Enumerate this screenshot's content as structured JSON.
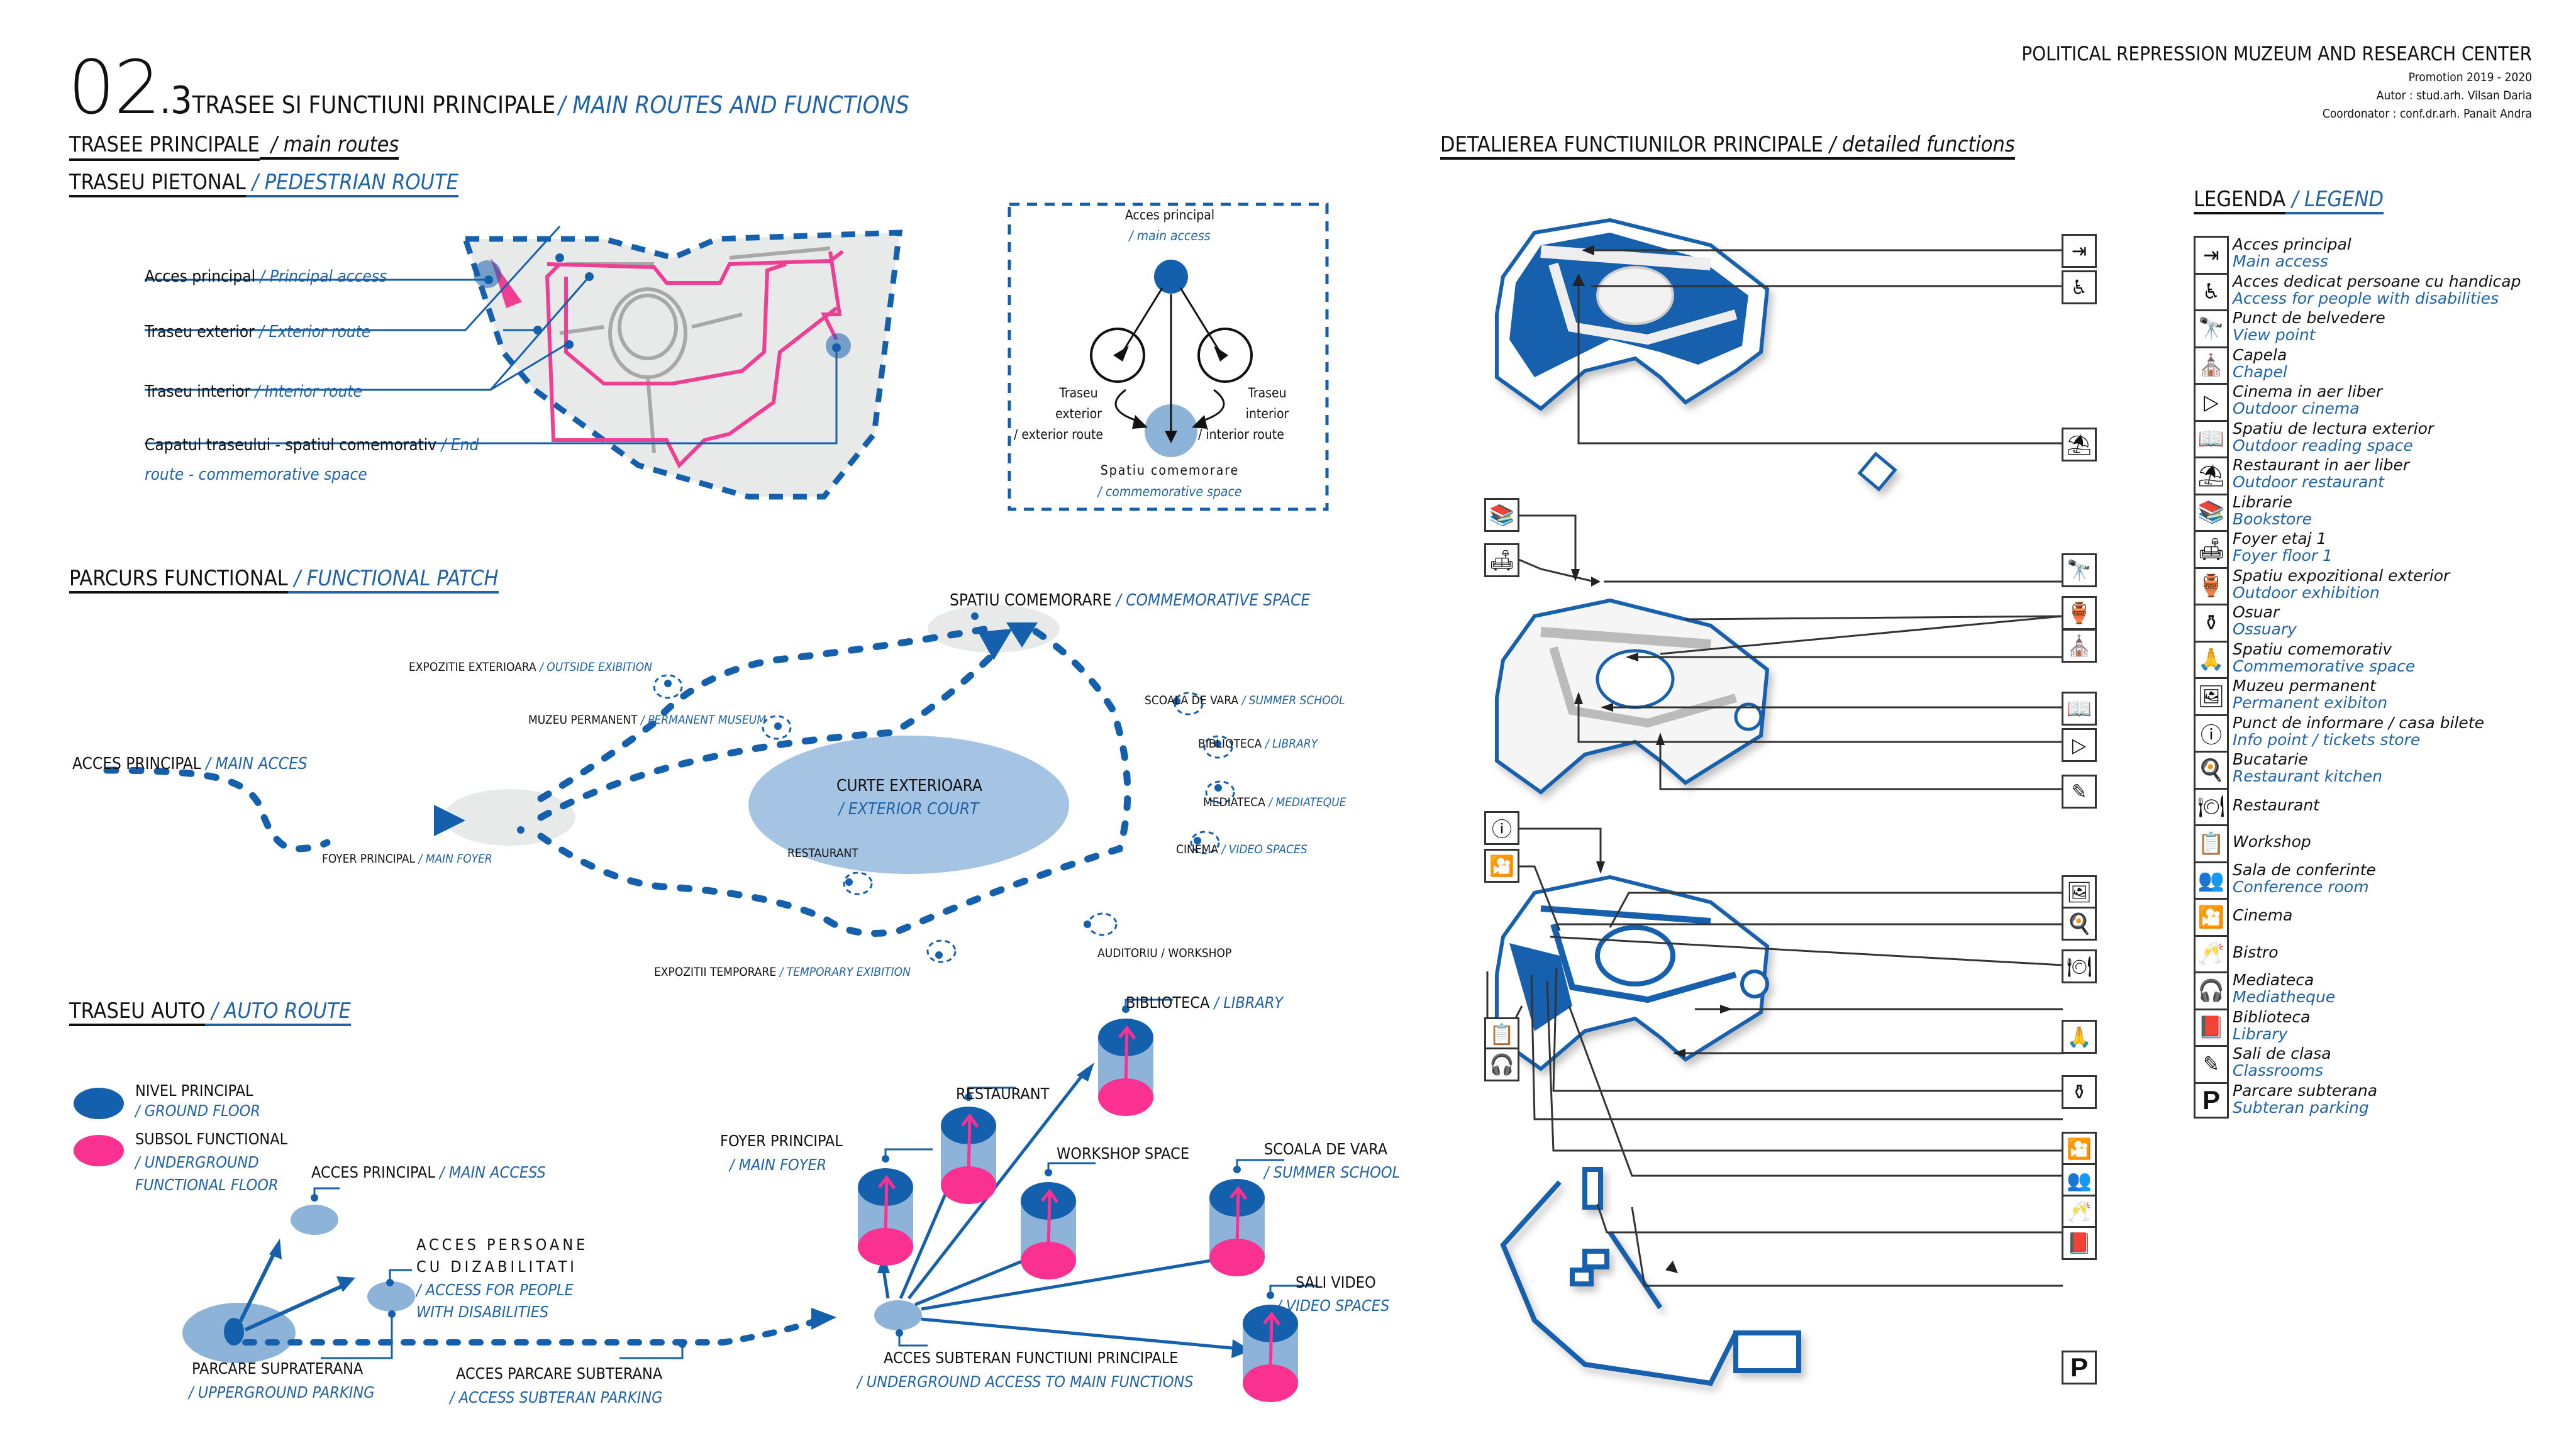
{
  "header": {
    "section_number": "02",
    "section_sub": ".3",
    "title_ro": "TRASEE SI FUNCTIUNI PRINCIPALE",
    "title_en": "/ MAIN ROUTES AND FUNCTIONS",
    "project": "POLITICAL REPRESSION MUZEUM AND RESEARCH CENTER",
    "promotion": "Promotion 2019 - 2020",
    "author": "Autor : stud.arh. Vilsan Daria",
    "coordinator": "Coordonator : conf.dr.arh. Panait Andra"
  },
  "main_routes": {
    "heading_ro": "TRASEE PRINCIPALE",
    "heading_en": "/ main routes",
    "pedestrian": {
      "heading_ro": "TRASEU PIETONAL",
      "heading_en": "/ PEDESTRIAN ROUTE",
      "labels": [
        {
          "ro": "Acces principal",
          "en": "/ Principal access"
        },
        {
          "ro": "Traseu exterior",
          "en": "/ Exterior route"
        },
        {
          "ro": "Traseu interior",
          "en": "/ Interior route"
        },
        {
          "ro": "Capatul traseului - spatiul comemorativ",
          "en": "/ End",
          "en2": "route - commemorative space"
        }
      ]
    },
    "scheme": {
      "top_ro": "Acces principal",
      "top_en": "/ main access",
      "left_1": "Traseu",
      "left_2": "exterior",
      "left_3": "/ exterior route",
      "right_1": "Traseu",
      "right_2": "interior",
      "right_3": "/ interior route",
      "bottom_ro": "Spatiu  comemorare",
      "bottom_en": "/ commemorative space"
    }
  },
  "functional_path": {
    "heading_ro": "PARCURS FUNCTIONAL",
    "heading_en": "/ FUNCTIONAL PATCH",
    "nodes": {
      "main_access": {
        "ro": "ACCES PRINCIPAL",
        "en": "/ MAIN ACCES"
      },
      "main_foyer": {
        "ro": "FOYER PRINCIPAL",
        "en": "/ MAIN FOYER"
      },
      "outside_exhibition": {
        "ro": "EXPOZITIE EXTERIOARA",
        "en": "/ OUTSIDE EXIBITION"
      },
      "permanent_museum": {
        "ro": "MUZEU PERMANENT",
        "en": "/ PERMANENT MUSEUM"
      },
      "commemorative": {
        "ro": "SPATIU COMEMORARE",
        "en": "/ COMMEMORATIVE SPACE"
      },
      "court": {
        "ro": "CURTE EXTERIOARA",
        "en": "/ EXTERIOR COURT"
      },
      "restaurant": {
        "ro": "RESTAURANT"
      },
      "temporary": {
        "ro": "EXPOZITII TEMPORARE",
        "en": "/ TEMPORARY EXIBITION"
      },
      "summer_school": {
        "ro": "SCOALA DE VARA",
        "en": "/ SUMMER SCHOOL"
      },
      "library": {
        "ro": "BIBLIOTECA",
        "en": "/ LIBRARY"
      },
      "mediateca": {
        "ro": "MEDIATECA",
        "en": "/ MEDIATEQUE"
      },
      "cinema": {
        "ro": "CINEMA",
        "en": "/ VIDEO SPACES"
      },
      "workshop": {
        "ro": "AUDITORIU / WORKSHOP"
      }
    }
  },
  "auto_route": {
    "heading_ro": "TRASEU AUTO",
    "heading_en": "/ AUTO ROUTE",
    "key": [
      {
        "ro": "NIVEL PRINCIPAL",
        "en": "/ GROUND FLOOR",
        "color": "#1560ad"
      },
      {
        "ro": "SUBSOL FUNCTIONAL",
        "en": "/ UNDERGROUND",
        "en2": "FUNCTIONAL FLOOR",
        "color": "#fb3192"
      }
    ],
    "nodes": {
      "main_access": {
        "ro": "ACCES PRINCIPAL",
        "en": "/ MAIN ACCESS"
      },
      "disabled_access": {
        "ro1": "ACCES  PERSOANE",
        "ro2": "CU  DIZABILITATI",
        "en1": "/ ACCESS FOR PEOPLE",
        "en2": "WITH DISABILITIES"
      },
      "upper_parking": {
        "ro": "PARCARE SUPRATERANA",
        "en": "/ UPPERGROUND PARKING"
      },
      "sub_parking": {
        "ro": "ACCES PARCARE SUBTERANA",
        "en": "/ ACCESS SUBTERAN PARKING"
      },
      "underground_access": {
        "ro": "ACCES SUBTERAN FUNCTIUNI PRINCIPALE",
        "en": "/ UNDERGROUND ACCESS TO MAIN FUNCTIONS"
      },
      "foyer": {
        "ro": "FOYER PRINCIPAL",
        "en": "/ MAIN FOYER"
      },
      "restaurant": {
        "ro": "RESTAURANT"
      },
      "library": {
        "ro": "BIBLIOTECA",
        "en": "/ LIBRARY"
      },
      "workshop": {
        "ro": "WORKSHOP SPACE"
      },
      "summer_school": {
        "ro": "SCOALA DE VARA",
        "en": "/ SUMMER SCHOOL"
      },
      "video": {
        "ro": "SALI VIDEO",
        "en": "/ VIDEO SPACES"
      }
    }
  },
  "detailed": {
    "heading_ro": "DETALIEREA FUNCTIUNILOR PRINCIPALE",
    "heading_en": "/ detailed functions"
  },
  "legend": {
    "heading_ro": "LEGENDA",
    "heading_en": "/ LEGEND",
    "items": [
      {
        "icon": "enter-icon",
        "glyph": "⇥",
        "ro": "Acces principal",
        "en": "Main access"
      },
      {
        "icon": "wheelchair-icon",
        "glyph": "♿",
        "ro": "Acces dedicat persoane cu handicap",
        "en": "Access for people with disabilities"
      },
      {
        "icon": "telescope-icon",
        "glyph": "🔭",
        "ro": "Punct de belvedere",
        "en": "View point"
      },
      {
        "icon": "chapel-icon",
        "glyph": "⛪",
        "ro": "Capela",
        "en": "Chapel"
      },
      {
        "icon": "outdoor-cinema-icon",
        "glyph": "▷",
        "ro": "Cinema in aer liber",
        "en": "Outdoor cinema"
      },
      {
        "icon": "reading-icon",
        "glyph": "📖",
        "ro": "Spatiu de lectura exterior",
        "en": "Outdoor reading space"
      },
      {
        "icon": "umbrella-table-icon",
        "glyph": "⛱",
        "ro": "Restaurant in aer liber",
        "en": "Outdoor restaurant"
      },
      {
        "icon": "books-icon",
        "glyph": "📚",
        "ro": "Librarie",
        "en": "Bookstore"
      },
      {
        "icon": "armchair-icon",
        "glyph": "🛋",
        "ro": "Foyer etaj 1",
        "en": "Foyer floor 1"
      },
      {
        "icon": "exhibit-icon",
        "glyph": "🏺",
        "ro": "Spatiu expozitional exterior",
        "en": "Outdoor exhibition"
      },
      {
        "icon": "urn-icon",
        "glyph": "⚱",
        "ro": "Osuar",
        "en": "Ossuary"
      },
      {
        "icon": "praying-icon",
        "glyph": "🙏",
        "ro": "Spatiu comemorativ",
        "en": "Commemorative space"
      },
      {
        "icon": "painting-viewer-icon",
        "glyph": "🖼",
        "ro": "Muzeu permanent",
        "en": "Permanent exibiton"
      },
      {
        "icon": "info-icon",
        "glyph": "ⓘ",
        "ro": "Punct de informare / casa bilete",
        "en": "Info point / tickets store"
      },
      {
        "icon": "kitchen-icon",
        "glyph": "🍳",
        "ro": "Bucatarie",
        "en": "Restaurant kitchen"
      },
      {
        "icon": "plate-icon",
        "glyph": "🍽",
        "ro": "Restaurant",
        "en": ""
      },
      {
        "icon": "workshop-icon",
        "glyph": "📋",
        "ro": "Workshop",
        "en": ""
      },
      {
        "icon": "conference-icon",
        "glyph": "👥",
        "ro": "Sala de conferinte",
        "en": "Conference room"
      },
      {
        "icon": "cinema-icon",
        "glyph": "🎦",
        "ro": "Cinema",
        "en": ""
      },
      {
        "icon": "wine-glasses-icon",
        "glyph": "🥂",
        "ro": "Bistro",
        "en": ""
      },
      {
        "icon": "headphones-icon",
        "glyph": "🎧",
        "ro": "Mediateca",
        "en": "Mediatheque"
      },
      {
        "icon": "library-icon",
        "glyph": "📕",
        "ro": "Biblioteca",
        "en": "Library"
      },
      {
        "icon": "classroom-icon",
        "glyph": "✎",
        "ro": "Sali de clasa",
        "en": "Classrooms"
      },
      {
        "icon": "parking-icon",
        "glyph": "P",
        "ro": "Parcare subterana",
        "en": "Subteran parking"
      }
    ]
  },
  "colors": {
    "blue": "#1560ad",
    "light_blue": "#8db3d8",
    "pink": "#fb3192",
    "grey": "#e8eae9",
    "text_blue": "#1f63a6"
  }
}
